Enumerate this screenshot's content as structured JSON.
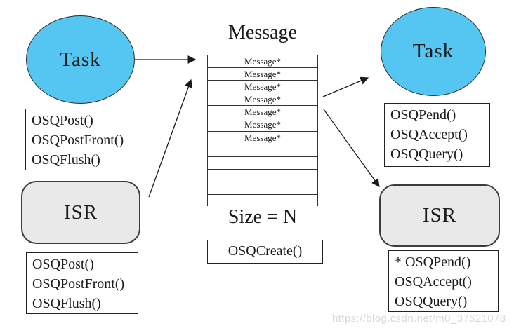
{
  "left": {
    "task_label": "Task",
    "task_functions": [
      "OSQPost()",
      "OSQPostFront()",
      "OSQFlush()"
    ],
    "isr_label": "ISR",
    "isr_functions": [
      "OSQPost()",
      "OSQPostFront()",
      "OSQFlush()"
    ]
  },
  "queue": {
    "title": "Message",
    "cells": [
      "Message*",
      "Message*",
      "Message*",
      "Message*",
      "Message*",
      "Message*",
      "Message*",
      "",
      "",
      "",
      ""
    ],
    "size_label": "Size = N",
    "create_label": "OSQCreate()"
  },
  "right": {
    "task_label": "Task",
    "task_functions": [
      "OSQPend()",
      "OSQAccept()",
      "OSQQuery()"
    ],
    "isr_label": "ISR",
    "isr_functions": [
      "* OSQPend()",
      "OSQAccept()",
      "OSQQuery()"
    ]
  },
  "watermark": "https://blog.csdn.net/m0_37621078",
  "colors": {
    "task_fill": "#55c6f2",
    "isr_fill": "#e9e9e9",
    "watermark": "#d9d9d9",
    "line": "#1a1a1a"
  }
}
